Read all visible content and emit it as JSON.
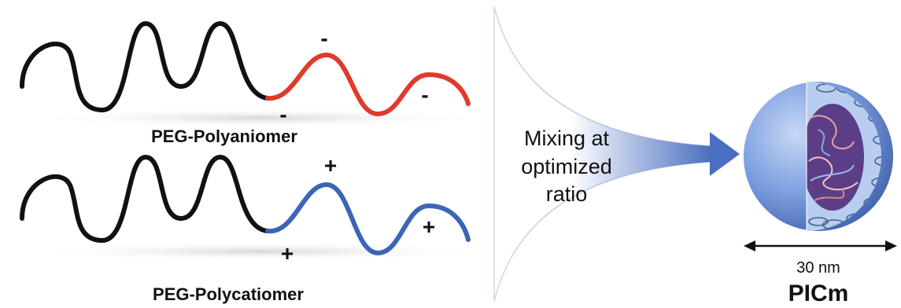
{
  "labels": {
    "polyanion": "PEG-Polyaniomer",
    "polycation": "PEG-Polycatiomer",
    "mixing_line1": "Mixing at",
    "mixing_line2": "optimized",
    "mixing_line3": "ratio",
    "size": "30 nm",
    "product": "PICm"
  },
  "charges": {
    "anion": [
      "-",
      "-",
      "-"
    ],
    "cation": [
      "+",
      "+",
      "+"
    ]
  },
  "colors": {
    "peg": "#111111",
    "anion": "#e03a2c",
    "cation": "#3a66b5",
    "sphere": "#6f92d8",
    "arrow": "#4a6ec0",
    "core": "#5b3e86"
  }
}
